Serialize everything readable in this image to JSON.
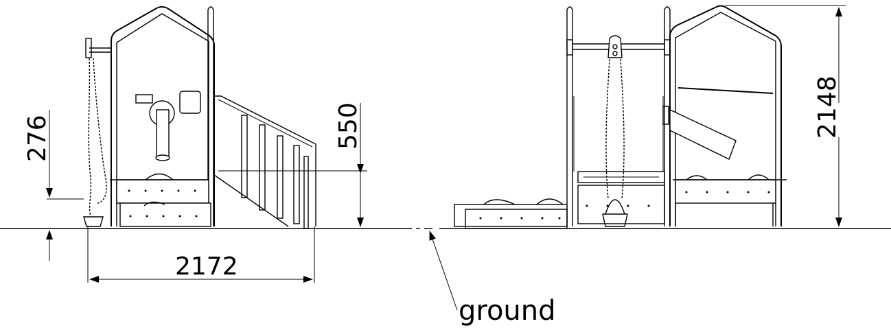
{
  "dimensions": {
    "left_low_height": "276",
    "step_height": "550",
    "overall_width": "2172",
    "overall_height": "2148"
  },
  "labels": {
    "ground": "ground"
  }
}
